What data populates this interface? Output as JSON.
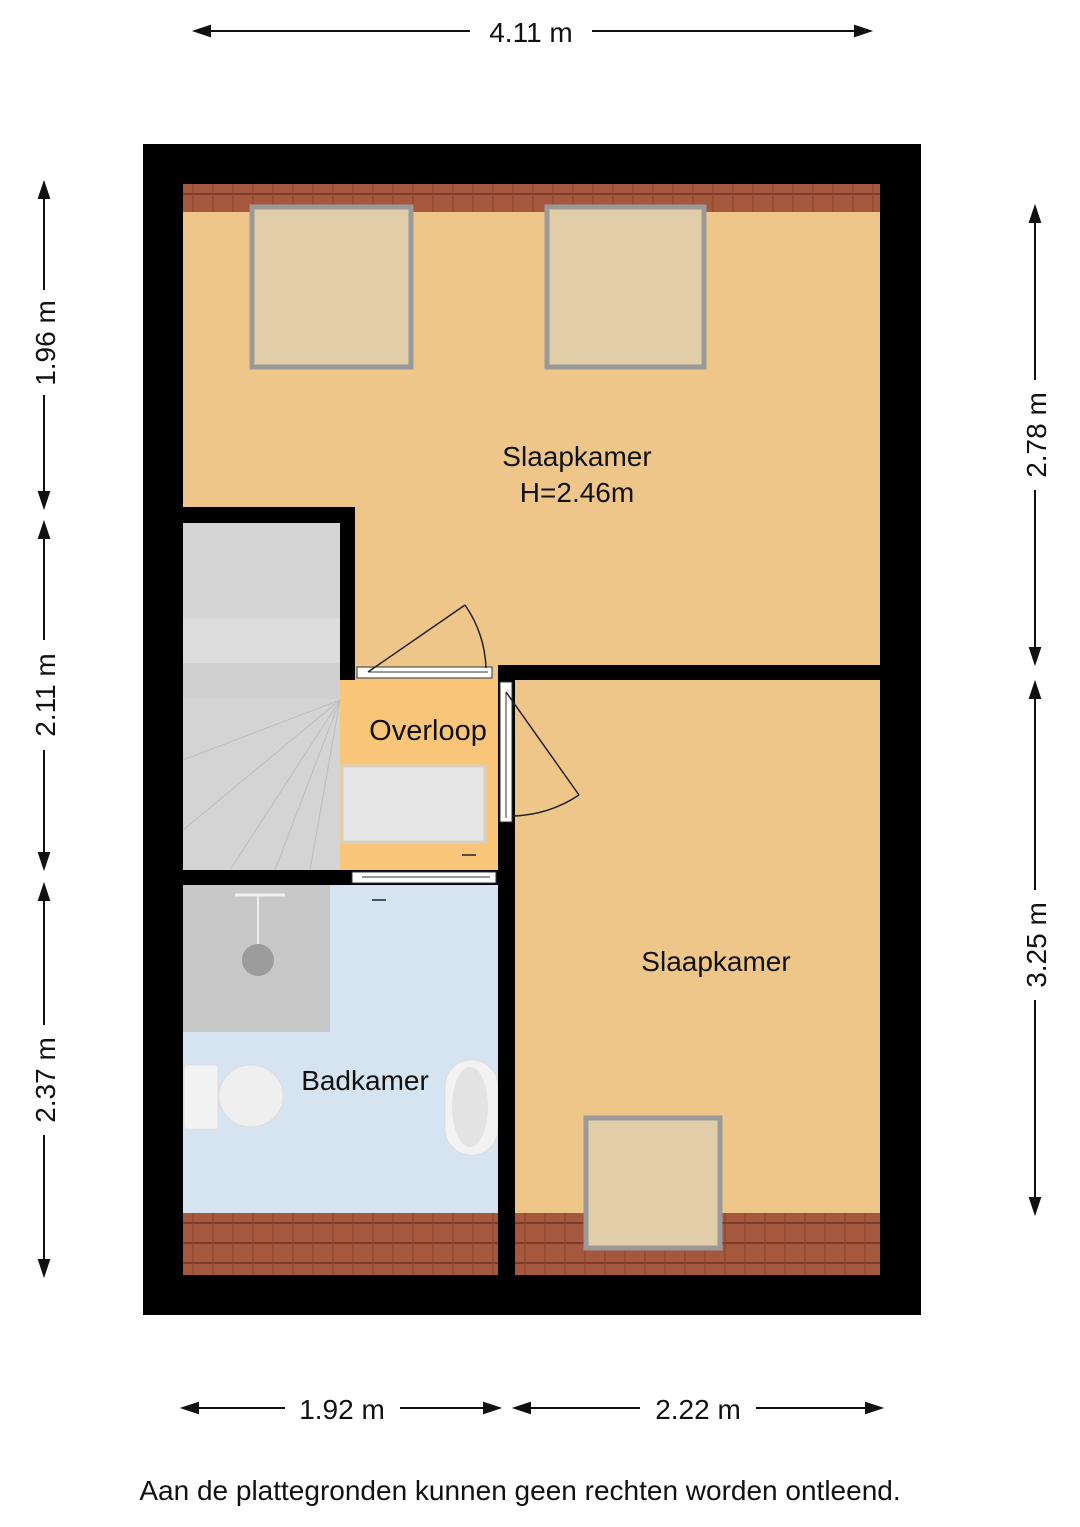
{
  "dimensions": {
    "top_width": "4.11 m",
    "left": [
      "1.96 m",
      "2.11 m",
      "2.37 m"
    ],
    "right": [
      "2.78 m",
      "3.25 m"
    ],
    "bottom": [
      "1.92 m",
      "2.22 m"
    ]
  },
  "rooms": {
    "bedroom_top": {
      "name": "Slaapkamer",
      "height": "H=2.46m"
    },
    "landing": {
      "name": "Overloop"
    },
    "bathroom": {
      "name": "Badkamer"
    },
    "bedroom_bottom": {
      "name": "Slaapkamer"
    }
  },
  "colors": {
    "wall": "#000000",
    "bedroom": "#EEC68A",
    "landing": "#F9C679",
    "bathroom": "#D6E3F1",
    "tiles": "#A5583D",
    "stairs": "#D4D4D4"
  },
  "footer": {
    "disclaimer": "Aan de plattegronden kunnen geen rechten worden ontleend."
  }
}
